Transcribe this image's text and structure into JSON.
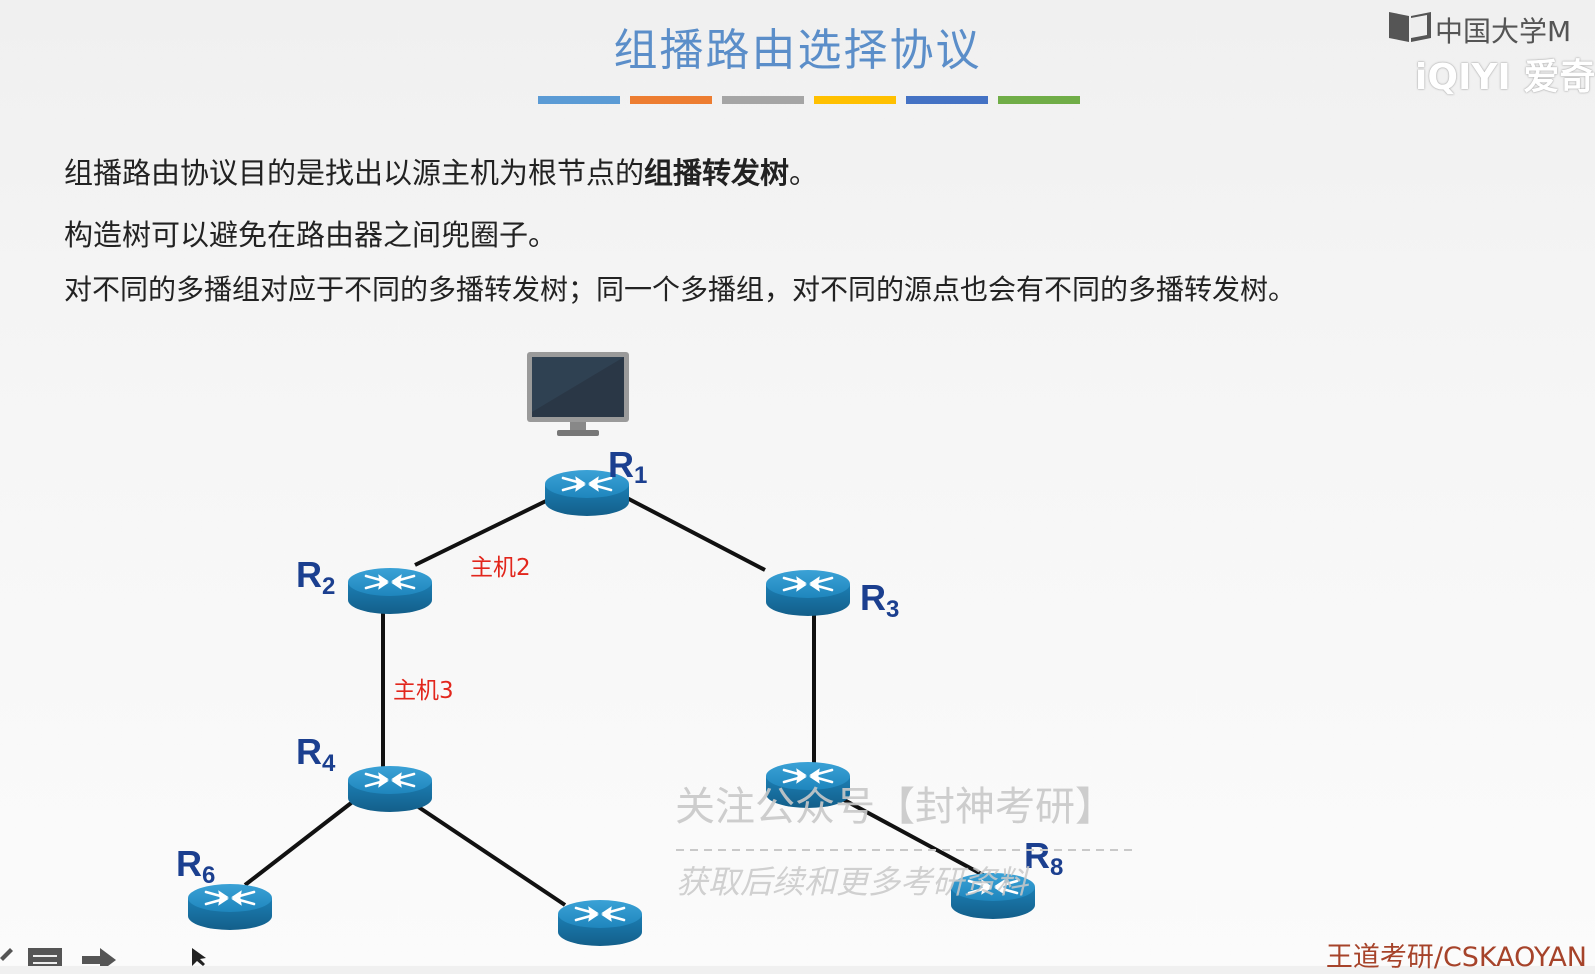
{
  "slide": {
    "title": "组播路由选择协议",
    "accent_colors": [
      "#5b9bd5",
      "#ed7d31",
      "#a5a5a5",
      "#ffc000",
      "#4472c4",
      "#70ad47"
    ],
    "paragraphs": {
      "p1_plain": "组播路由协议目的是找出以源主机为根节点的",
      "p1_bold": "组播转发树",
      "p1_end": "。",
      "p2": "构造树可以避免在路由器之间兜圈子。",
      "p3": "对不同的多播组对应于不同的多播转发树；同一个多播组，对不同的源点也会有不同的多播转发树。"
    }
  },
  "logo": {
    "line1": "中国大学M",
    "line2": "iQIYI 爱奇"
  },
  "diagram": {
    "routers": [
      {
        "id": "R1",
        "letter": "R",
        "sub": "1"
      },
      {
        "id": "R2",
        "letter": "R",
        "sub": "2"
      },
      {
        "id": "R3",
        "letter": "R",
        "sub": "3"
      },
      {
        "id": "R4",
        "letter": "R",
        "sub": "4"
      },
      {
        "id": "R6",
        "letter": "R",
        "sub": "6"
      },
      {
        "id": "R8",
        "letter": "R",
        "sub": "8"
      }
    ],
    "host_labels": {
      "host2": "主机2",
      "host3": "主机3"
    },
    "router_color": "#1f8ac0",
    "label_color": "#1b3f8f",
    "host_label_color": "#e2261c"
  },
  "watermark": {
    "line1": "关注公众号【封神考研】",
    "line2": "获取后续和更多考研资料"
  },
  "footer": {
    "credit": "王道考研/CSKAOYAN"
  }
}
